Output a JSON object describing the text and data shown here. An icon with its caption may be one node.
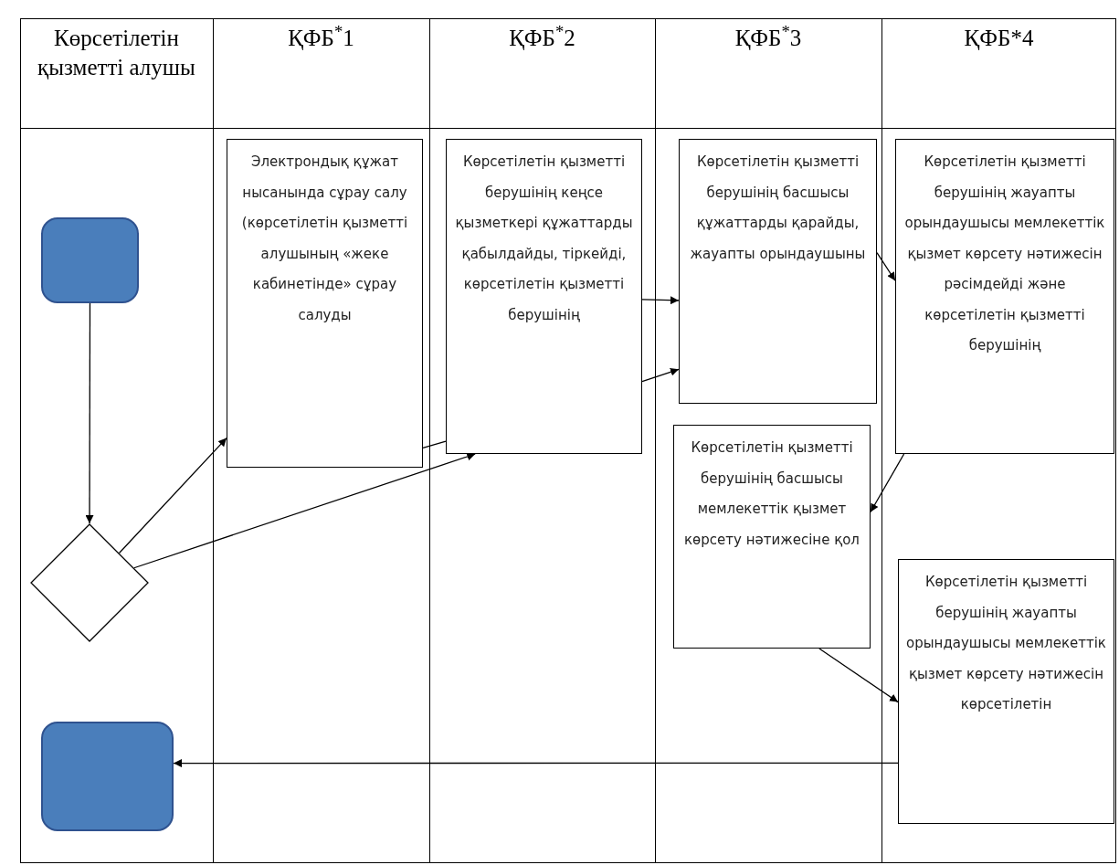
{
  "diagram": {
    "nodes": [
      {
        "text": [],
        "shape": "box"
      },
      {
        "text": [],
        "shape": "diamond"
      },
      {
        "text": [],
        "shape": "box"
      },
      {
        "text": [
          "Электрондық құжат нысанында сұрау салу (көрсетілетін қызметті алушының «жеке кабинетінде» сұрау салуды"
        ]
      },
      {
        "text": [
          "Көрсетілетін қызметті берушінің кеңсе қызметкері құжаттарды қабылдайды, тіркейді, көрсетілетін қызметті берушінің"
        ]
      },
      {
        "text": [
          "Көрсетілетін қызметті берушінің басшысы құжаттарды қарайды, жауапты орындаушыны"
        ]
      },
      {
        "text": [
          "Көрсетілетін қызметті берушінің жауапты орындаушысы мемлекеттік қызмет көрсету нәтижесін рәсімдейді және көрсетілетін қызметті берушінің"
        ]
      },
      {
        "text": [
          "Көрсетілетін қызметті берушінің басшысы мемлекеттік қызмет көрсету нәтижесіне қол"
        ]
      },
      {
        "text": [
          "Көрсетілетін қызметті берушінің жауапты орындаушысы мемлекеттік қызмет көрсету нәтижесін көрсетілетін"
        ]
      }
    ],
    "edges": [
      {
        "from": 0,
        "to": 1,
        "arrow": "to"
      },
      {
        "from": 1,
        "to": 3,
        "arrow": "to"
      },
      {
        "from": 1,
        "to": 4,
        "arrow": "to"
      },
      {
        "from": 3,
        "to": 4,
        "arrow": "none"
      },
      {
        "from": 4,
        "to": 5,
        "arrow": "to"
      },
      {
        "from": 4,
        "to": 5,
        "arrow": "to"
      },
      {
        "from": 5,
        "to": 6,
        "arrow": "to"
      },
      {
        "from": 6,
        "to": 7,
        "arrow": "to"
      },
      {
        "from": 7,
        "to": 8,
        "arrow": "to"
      },
      {
        "from": 8,
        "to": 2,
        "arrow": "to"
      }
    ],
    "labels": [
      "Көрсетілетін қызметті алушы",
      "ҚФБ$^{*}$1",
      "ҚФБ$^{*}$2",
      "ҚФБ$^{*}$3",
      "ҚФБ*4"
    ]
  }
}
